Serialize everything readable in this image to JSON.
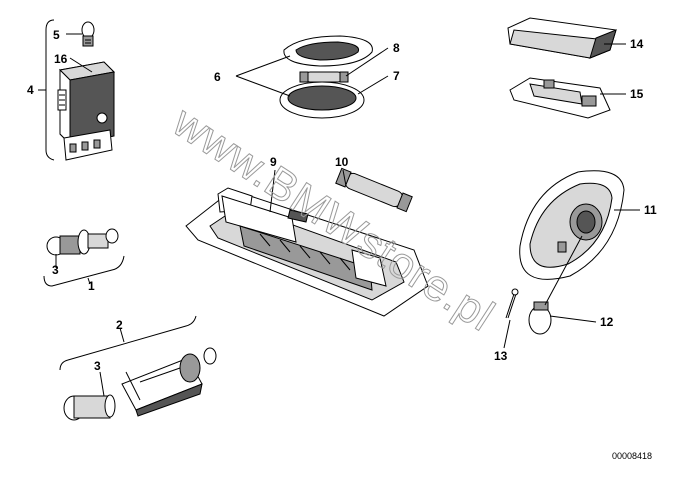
{
  "diagram": {
    "callouts": {
      "c1": "1",
      "c2": "2",
      "c3a": "3",
      "c3b": "3",
      "c4": "4",
      "c5": "5",
      "c6": "6",
      "c7": "7",
      "c8": "8",
      "c9": "9",
      "c10": "10",
      "c11": "11",
      "c12": "12",
      "c13": "13",
      "c14": "14",
      "c15": "15",
      "c16": "16"
    },
    "reference_number": "00008418",
    "watermark": "www.BMWstore.pl"
  }
}
